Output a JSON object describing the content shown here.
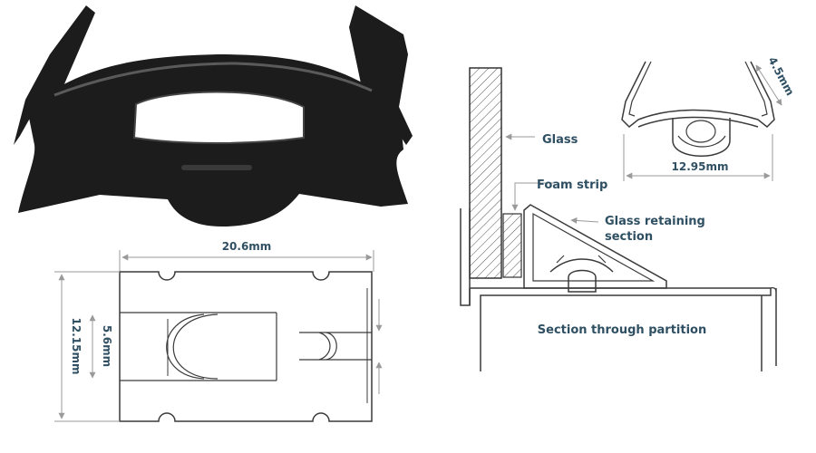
{
  "labels": {
    "glass": "Glass",
    "foam_strip": "Foam strip",
    "retaining_line1": "Glass retaining",
    "retaining_line2": "section",
    "section_caption": "Section through partition"
  },
  "dimensions": {
    "width_top": "20.6mm",
    "height_left": "12.15mm",
    "inner_height": "5.6mm",
    "clip_width": "12.95mm",
    "clip_side": "4.5mm"
  },
  "colors": {
    "label_text": "#2f4f63",
    "clip_body": "#1c1c1c",
    "line": "#3a3a3a",
    "dim_line": "#9a9a9a"
  }
}
